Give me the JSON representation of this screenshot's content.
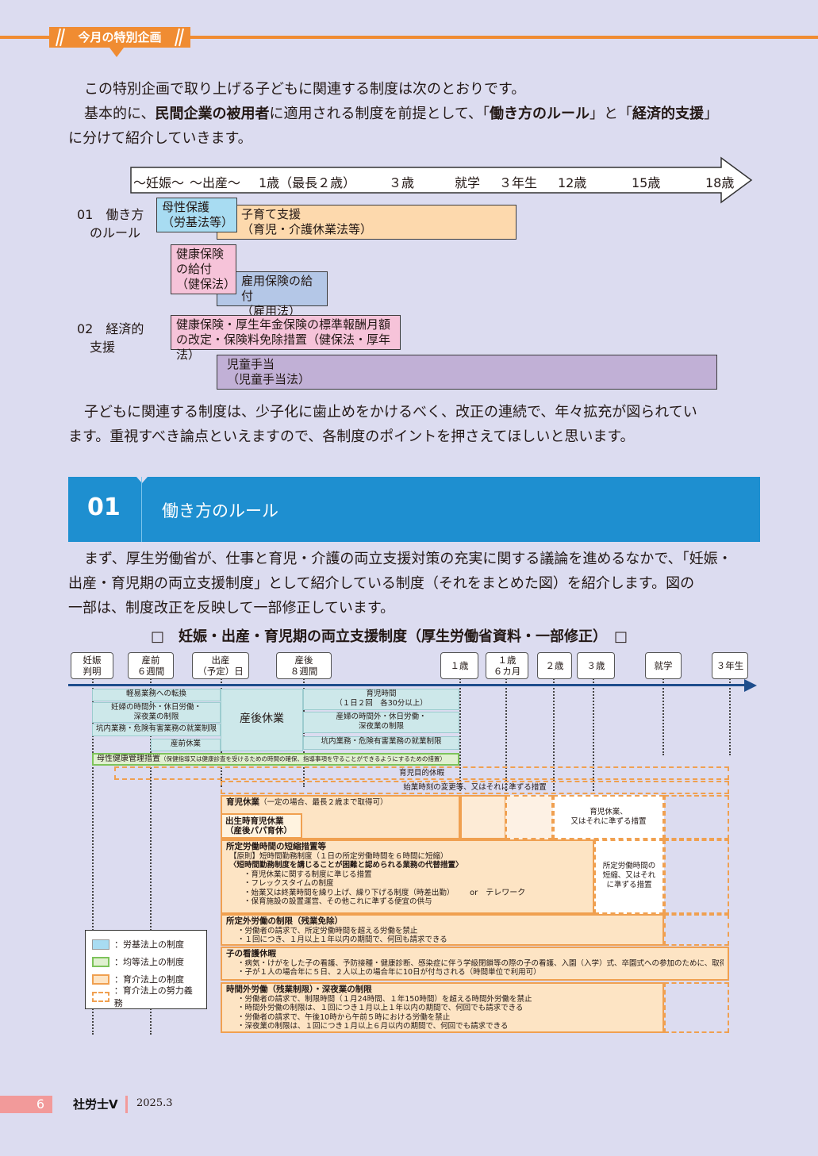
{
  "header": {
    "badge": "今月の特別企画"
  },
  "intro": {
    "line1": "この特別企画で取り上げる子どもに関連する制度は次のとおりです。",
    "line2_a": "基本的に、",
    "line2_b": "民間企業の被用者",
    "line2_c": "に適用される制度を前提として、「",
    "line2_d": "働き方のルール",
    "line2_e": "」と「",
    "line2_f": "経済的支援",
    "line2_g": "」",
    "line3": "に分けて紹介していきます。"
  },
  "timeline1": {
    "labels": [
      "～妊娠～",
      "～出産～",
      "1歳（最長２歳）",
      "３歳",
      "就学",
      "３年生",
      "12歳",
      "15歳",
      "18歳"
    ],
    "row1_label": [
      "01　働き方",
      "のルール"
    ],
    "row2_label": [
      "02　経済的",
      "支援"
    ],
    "boxes": {
      "bosei": [
        "母性保護",
        "（労基法等）"
      ],
      "kosodate": [
        "子育て支援",
        "（育児・介護休業法等）"
      ],
      "kenpo": [
        "健康保険",
        "の給付",
        "（健保法）"
      ],
      "koyou": [
        "雇用保険の給付",
        "（雇用法）"
      ],
      "hyojun": [
        "健康保険・厚生年金保険の標準報酬月額",
        "の改定・保険料免除措置（健保法・厚年法）"
      ],
      "jido": [
        "児童手当",
        "（児童手当法）"
      ]
    }
  },
  "mid_text": {
    "line1": "子どもに関連する制度は、少子化に歯止めをかけるべく、改正の連続で、年々拡充が図られてい",
    "line2": "ます。重視すべき論点といえますので、各制度のポイントを押さえてほしいと思います。"
  },
  "section": {
    "num": "01",
    "title": "働き方のルール"
  },
  "sec_text": {
    "line1": "まず、厚生労働省が、仕事と育児・介護の両立支援対策の充実に関する議論を進めるなかで、「妊娠・",
    "line2": "出産・育児期の両立支援制度」として紹介している制度（それをまとめた図）を紹介します。図の",
    "line3": "一部は、制度改正を反映して一部修正しています。"
  },
  "diagram2": {
    "title": "□　妊娠・出産・育児期の両立支援制度（厚生労働省資料・一部修正）　□",
    "tags": [
      [
        "妊娠",
        "判明"
      ],
      [
        "産前",
        "６週間"
      ],
      [
        "出産",
        "（予定）日"
      ],
      [
        "産後",
        "８週間"
      ],
      [
        "１歳"
      ],
      [
        "１歳",
        "６カ月"
      ],
      [
        "２歳"
      ],
      [
        "３歳"
      ],
      [
        "就学"
      ],
      [
        "３年生"
      ]
    ],
    "teal_left": [
      "軽易業務への転換",
      "妊婦の時間外・休日労働・",
      "深夜業の制限",
      "坑内業務・危険有害業務の就業制限",
      "産前休業"
    ],
    "teal_center": "産後休業",
    "teal_right": [
      "育児時間",
      "（１日２回　各30分以上）",
      "産婦の時間外・休日労働・",
      "深夜業の制限",
      "坑内業務・危険有害業務の就業制限"
    ],
    "green": [
      "母性健康管理措置",
      "（保健指導又は健康診査を受けるための時間の確保、指導事項を守ることができるようにするための措置）"
    ],
    "dash1": "育児目的休暇",
    "dash2": "始業時刻の変更等、又はそれに準ずる措置",
    "ikuji": [
      "育児休業",
      "（一定の場合、最長２歳まで取得可）"
    ],
    "papa": [
      "出生時育児休業",
      "（産後パパ育休）"
    ],
    "ikuji_r": [
      "育児休業、",
      "又はそれに準ずる措置"
    ],
    "tanshuku": [
      "所定労働時間の短縮措置等",
      "【原則】短時間勤務制度（１日の所定労働時間を６時間に短縮）",
      "〈短時間勤務制度を講じることが困難と認められる業務の代替措置〉",
      "・育児休業に関する制度に準じる措置",
      "・フレックスタイムの制度",
      "・始業又は終業時間を繰り上げ、繰り下げる制度（時差出勤）",
      "・保育施設の設置運営、その他これに準ずる便宜の供与"
    ],
    "telework": "or　テレワーク",
    "tanshuku_r": [
      "所定労働時間の",
      "短縮、又はそれ",
      "に準ずる措置"
    ],
    "shoteigai": [
      "所定外労働の制限（残業免除）",
      "・労働者の請求で、所定労働時間を超える労働を禁止",
      "・１回につき、１月以上１年以内の期間で、何回も請求できる"
    ],
    "kango": [
      "子の看護休暇",
      "・病気・けがをした子の看護、予防接種・健康診断、感染症に伴う学級閉鎖等の際の子の看護、入園（入学）式、卒園式への参加のために、取得可",
      "・子が１人の場合年に５日、２人以上の場合年に10日が付与される（時間単位で利用可）"
    ],
    "jikangai": [
      "時間外労働（残業制限）・深夜業の制限",
      "・労働者の請求で、制限時間（１月24時間、１年150時間）を超える時間外労働を禁止",
      "・時間外労働の制限は、１回につき１月以上１年以内の期間で、何回でも請求できる",
      "・労働者の請求で、午後10時から午前５時における労働を禁止",
      "・深夜業の制限は、１回につき１月以上６月以内の期間で、何回でも請求できる"
    ],
    "legend": [
      "：労基法上の制度",
      "：均等法上の制度",
      "：育介法上の制度",
      "：育介法上の努力義務"
    ]
  },
  "footer": {
    "page": "6",
    "logo": "社労士V",
    "date": "2025.3"
  },
  "colors": {
    "orange": "#f08c32",
    "blue": "#1e8fd0",
    "teal": "#cde8ea",
    "green": "#7dc35a"
  }
}
